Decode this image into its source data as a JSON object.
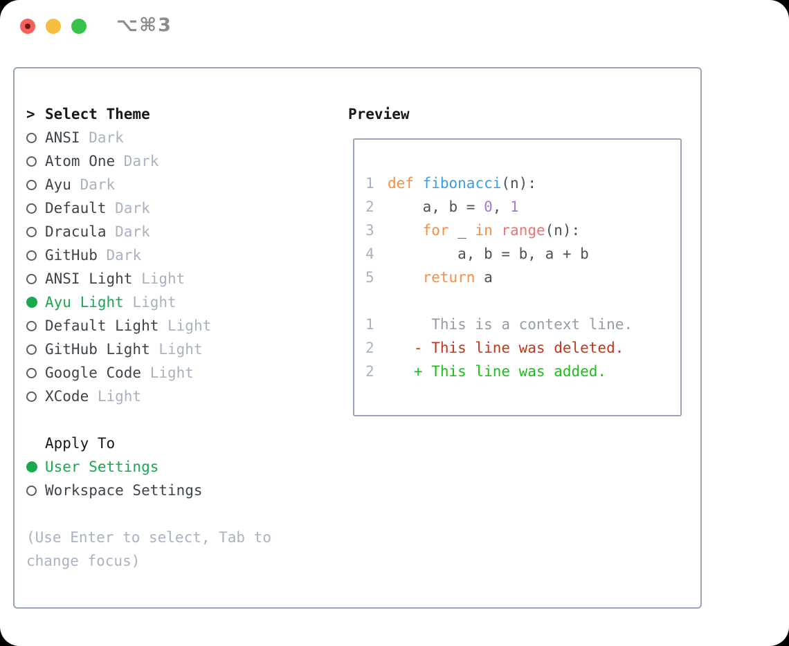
{
  "window": {
    "shortcut": "⌥⌘3"
  },
  "colors": {
    "keyword": "#fa8d3e",
    "function": "#399ee6",
    "number": "#a37acc",
    "special": "#f07171",
    "code": "#4a5159",
    "context": "#949ca6",
    "deleted": "#c5351a",
    "added": "#15c115",
    "line_number": "#a8b2c0",
    "accent_green": "#17a94e",
    "text_primary": "#16181b",
    "text_secondary": "#3d444b",
    "text_muted": "#a8b2c0",
    "panel_border": "#98a4b3",
    "light_red": "#f2625a",
    "light_yellow": "#f5be3e",
    "light_green": "#37c24b",
    "titlebar_text": "#8b8b90"
  },
  "theme_picker": {
    "prompt": ">",
    "title": "Select Theme",
    "themes": [
      {
        "name": "ANSI",
        "variant": "Dark",
        "selected": false
      },
      {
        "name": "Atom One",
        "variant": "Dark",
        "selected": false
      },
      {
        "name": "Ayu",
        "variant": "Dark",
        "selected": false
      },
      {
        "name": "Default",
        "variant": "Dark",
        "selected": false
      },
      {
        "name": "Dracula",
        "variant": "Dark",
        "selected": false
      },
      {
        "name": "GitHub",
        "variant": "Dark",
        "selected": false
      },
      {
        "name": "ANSI Light",
        "variant": "Light",
        "selected": false
      },
      {
        "name": "Ayu Light",
        "variant": "Light",
        "selected": true
      },
      {
        "name": "Default Light",
        "variant": "Light",
        "selected": false
      },
      {
        "name": "GitHub Light",
        "variant": "Light",
        "selected": false
      },
      {
        "name": "Google Code",
        "variant": "Light",
        "selected": false
      },
      {
        "name": "XCode",
        "variant": "Light",
        "selected": false
      }
    ]
  },
  "apply_to": {
    "label": "Apply To",
    "options": [
      {
        "label": "User Settings",
        "selected": true
      },
      {
        "label": "Workspace Settings",
        "selected": false
      }
    ]
  },
  "hint": "(Use Enter to select, Tab to change focus)",
  "preview": {
    "title": "Preview",
    "lines": [
      {
        "num": "1",
        "tokens": [
          [
            "def",
            "keyword"
          ],
          [
            " ",
            "code"
          ],
          [
            "fibonacci",
            "function"
          ],
          [
            "(n):",
            "code"
          ]
        ]
      },
      {
        "num": "2",
        "tokens": [
          [
            "    a, b = ",
            "code"
          ],
          [
            "0",
            "number"
          ],
          [
            ", ",
            "code"
          ],
          [
            "1",
            "number"
          ]
        ]
      },
      {
        "num": "3",
        "tokens": [
          [
            "    ",
            "code"
          ],
          [
            "for",
            "keyword"
          ],
          [
            " _ ",
            "code"
          ],
          [
            "in",
            "keyword"
          ],
          [
            " ",
            "code"
          ],
          [
            "range",
            "special"
          ],
          [
            "(n):",
            "code"
          ]
        ]
      },
      {
        "num": "4",
        "tokens": [
          [
            "        a, b = b, a + b",
            "code"
          ]
        ]
      },
      {
        "num": "5",
        "tokens": [
          [
            "    ",
            "code"
          ],
          [
            "return",
            "keyword"
          ],
          [
            " a",
            "code"
          ]
        ]
      },
      {
        "num": "",
        "tokens": []
      },
      {
        "num": "1",
        "tokens": [
          [
            "     This is a context line.",
            "context"
          ]
        ]
      },
      {
        "num": "2",
        "tokens": [
          [
            "   - This line was deleted.",
            "deleted"
          ]
        ]
      },
      {
        "num": "2",
        "tokens": [
          [
            "   + This line was added.",
            "added"
          ]
        ]
      }
    ]
  }
}
